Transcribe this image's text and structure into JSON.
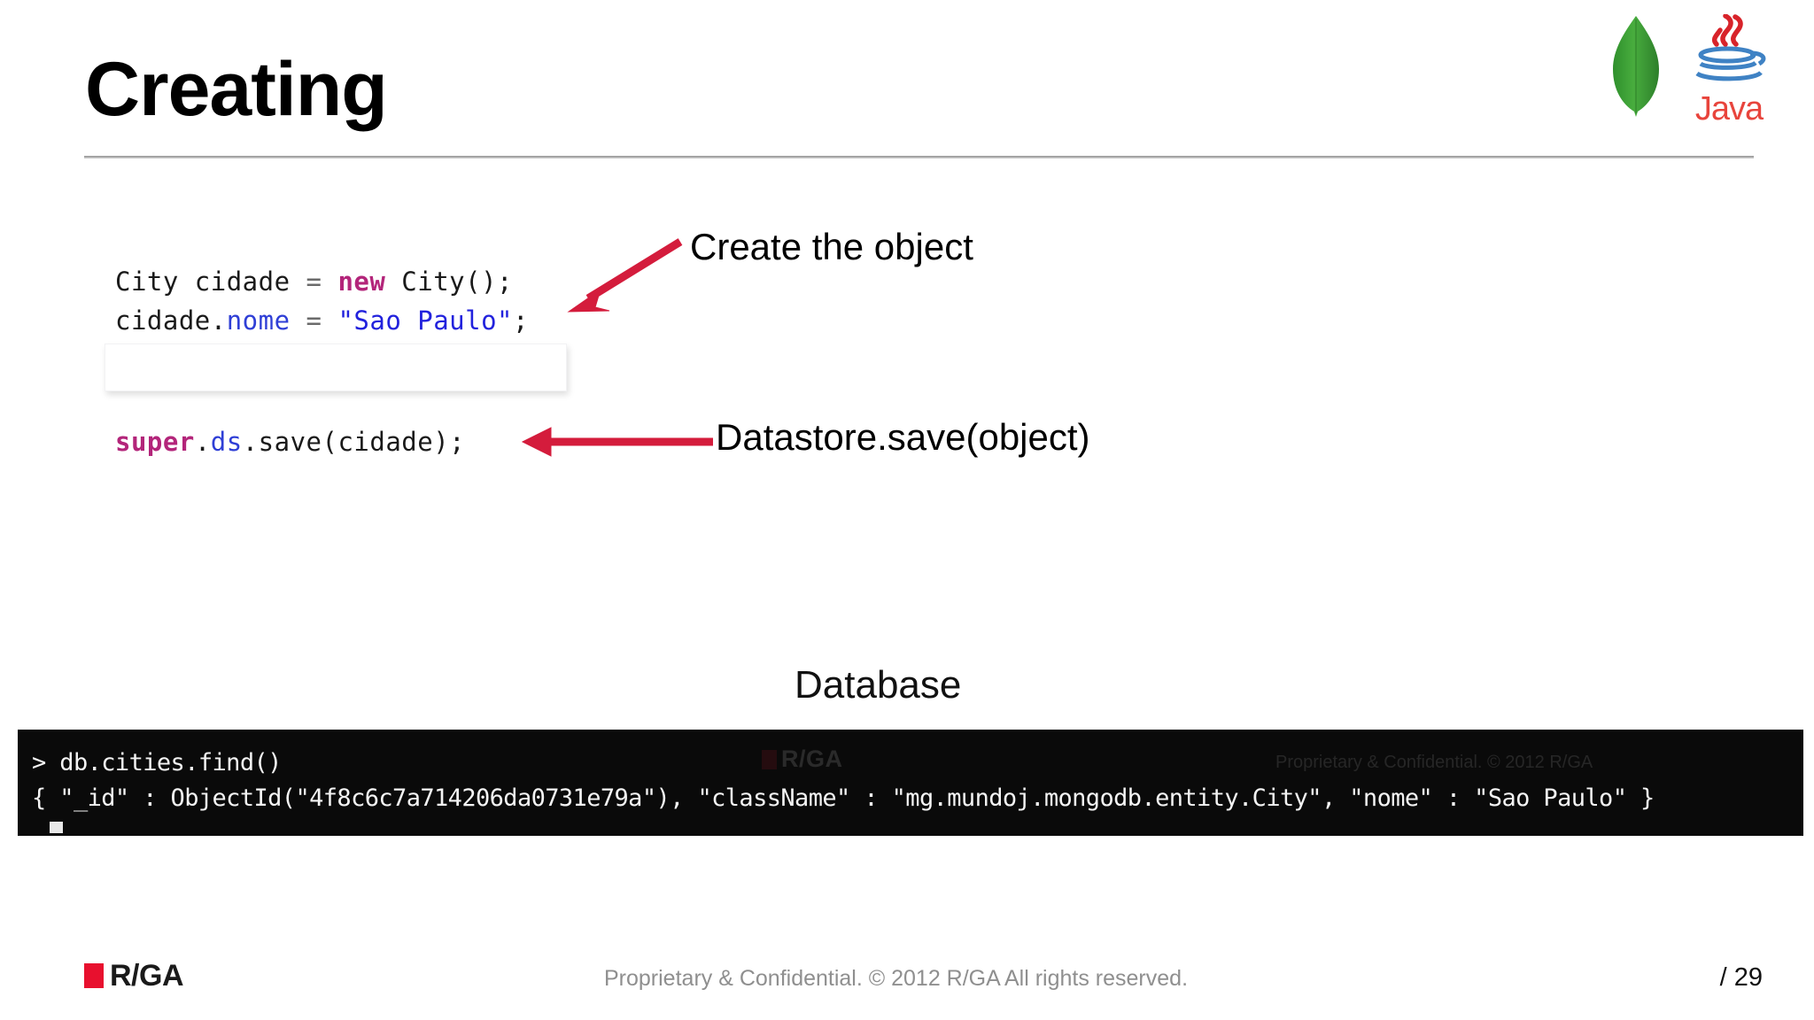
{
  "slide": {
    "title": "Creating",
    "page_number": "/ 29"
  },
  "logos": {
    "mongodb": "mongodb-leaf-icon",
    "java": "java-cup-icon",
    "java_wordmark": "Java",
    "mongodb_green": "#3fa037",
    "java_red": "#e8443c",
    "java_blue": "#4a86c8"
  },
  "code_create": {
    "lines": [
      [
        {
          "t": "City cidade ",
          "c": "plain"
        },
        {
          "t": "= ",
          "c": "op"
        },
        {
          "t": "new ",
          "c": "keyword"
        },
        {
          "t": "City();",
          "c": "plain"
        }
      ],
      [
        {
          "t": "cidade.",
          "c": "plain"
        },
        {
          "t": "nome ",
          "c": "field"
        },
        {
          "t": "= ",
          "c": "op"
        },
        {
          "t": "\"Sao Paulo\"",
          "c": "string"
        },
        {
          "t": ";",
          "c": "plain"
        }
      ]
    ]
  },
  "code_save": {
    "lines": [
      [
        {
          "t": "super",
          "c": "keyword"
        },
        {
          "t": ".",
          "c": "plain"
        },
        {
          "t": "ds",
          "c": "field"
        },
        {
          "t": ".save(cidade);",
          "c": "plain"
        }
      ]
    ]
  },
  "annotations": {
    "create_label": "Create the object",
    "save_label": "Datastore.save(object)",
    "arrow_color": "#d41c3c",
    "database_label": "Database"
  },
  "terminal": {
    "background": "#0a0a0a",
    "text_color": "#f4f4f4",
    "line_1": "> db.cities.find()",
    "line_2": "{ \"_id\" : ObjectId(\"4f8c6c7a714206da0731e79a\"), \"className\" : \"mg.mundoj.mongodb.entity.City\", \"nome\" : \"Sao Paulo\" }",
    "ghost_logo": "R/GA",
    "ghost_right_text": "Proprietary & Confidential. © 2012 R/GA"
  },
  "footer": {
    "logo_text": "R/GA",
    "logo_square_color": "#e8102e",
    "copyright": "Proprietary & Confidential. © 2012 R/GA  All rights reserved."
  }
}
